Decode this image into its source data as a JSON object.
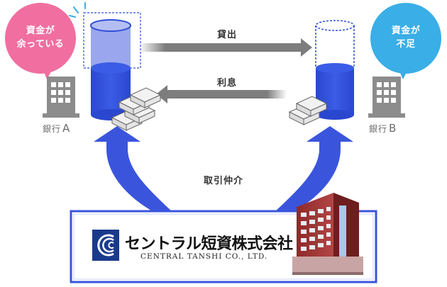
{
  "bank_a": {
    "bubble_line1": "資金が",
    "bubble_line2": "余っている",
    "label": "銀行",
    "letter": "A"
  },
  "bank_b": {
    "bubble_line1": "資金が",
    "bubble_line2": "不足",
    "label": "銀行",
    "letter": "B"
  },
  "flows": {
    "lending": "貸出",
    "interest": "利息",
    "brokerage": "取引仲介"
  },
  "company": {
    "name_ja": "セントラル短資株式会社",
    "name_en": "CENTRAL TANSHI CO., LTD."
  },
  "colors": {
    "pink_bubble": "#f06fa0",
    "blue_bubble": "#3aaee6",
    "cylinder_blue": "#2f4fd6",
    "cylinder_light": "#9aa7ee",
    "arrow_gray": "#7d7d7d",
    "building_gray": "#8c8c8c",
    "big_arrow_blue": "#3a55dc"
  }
}
